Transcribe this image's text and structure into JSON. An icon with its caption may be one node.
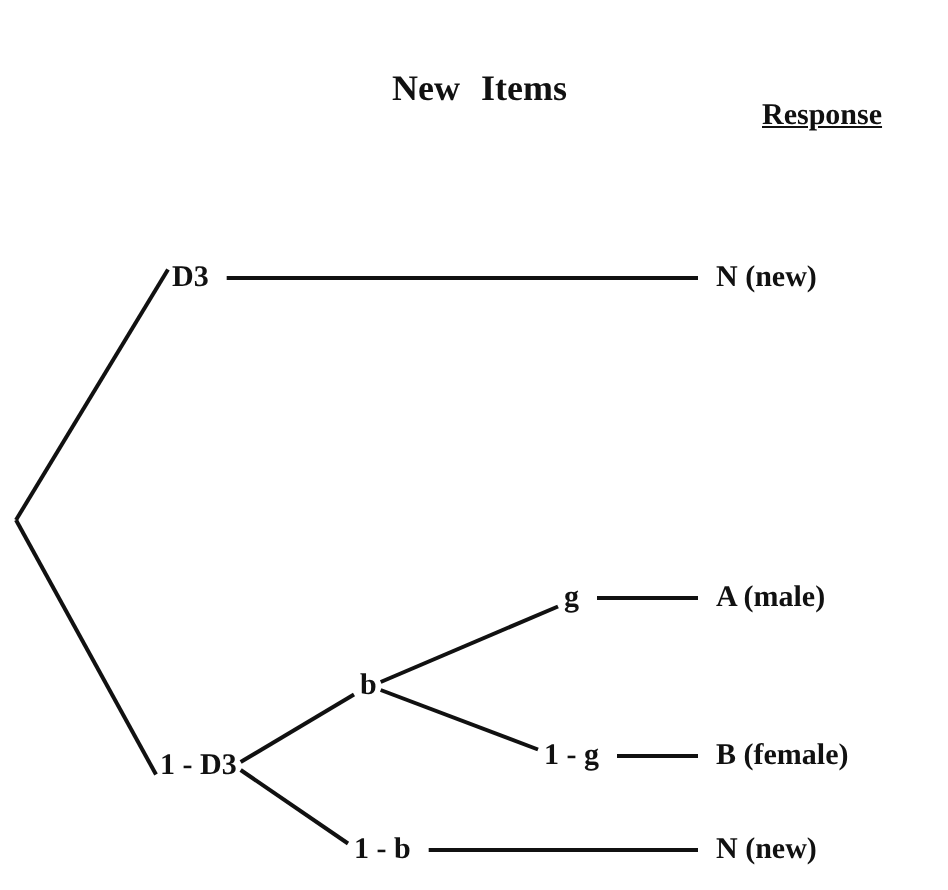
{
  "diagram": {
    "title": "New Items",
    "nodes": [
      {
        "text": [
          "D3"
        ]
      },
      {
        "text": [
          "N (new)"
        ]
      },
      {
        "text": [
          "1 - D3"
        ]
      },
      {
        "text": [
          "b"
        ]
      },
      {
        "text": [
          "1 - b"
        ]
      },
      {
        "text": [
          "g"
        ]
      },
      {
        "text": [
          "1 - g"
        ]
      },
      {
        "text": [
          "A (male)"
        ]
      },
      {
        "text": [
          "B (female)"
        ]
      },
      {
        "text": [
          "N (new)"
        ]
      }
    ],
    "edges": [
      {
        "from": null,
        "to": 0,
        "arrow": "none"
      },
      {
        "from": null,
        "to": 2,
        "arrow": "none"
      },
      {
        "from": 0,
        "to": 1,
        "arrow": "none"
      },
      {
        "from": 2,
        "to": 3,
        "arrow": "none"
      },
      {
        "from": 2,
        "to": 4,
        "arrow": "none"
      },
      {
        "from": 3,
        "to": 5,
        "arrow": "none"
      },
      {
        "from": 3,
        "to": 6,
        "arrow": "none"
      },
      {
        "from": 5,
        "to": 7,
        "arrow": "none"
      },
      {
        "from": 6,
        "to": 8,
        "arrow": "none"
      },
      {
        "from": 4,
        "to": 9,
        "arrow": "none"
      }
    ],
    "labels": [
      "Response"
    ]
  }
}
